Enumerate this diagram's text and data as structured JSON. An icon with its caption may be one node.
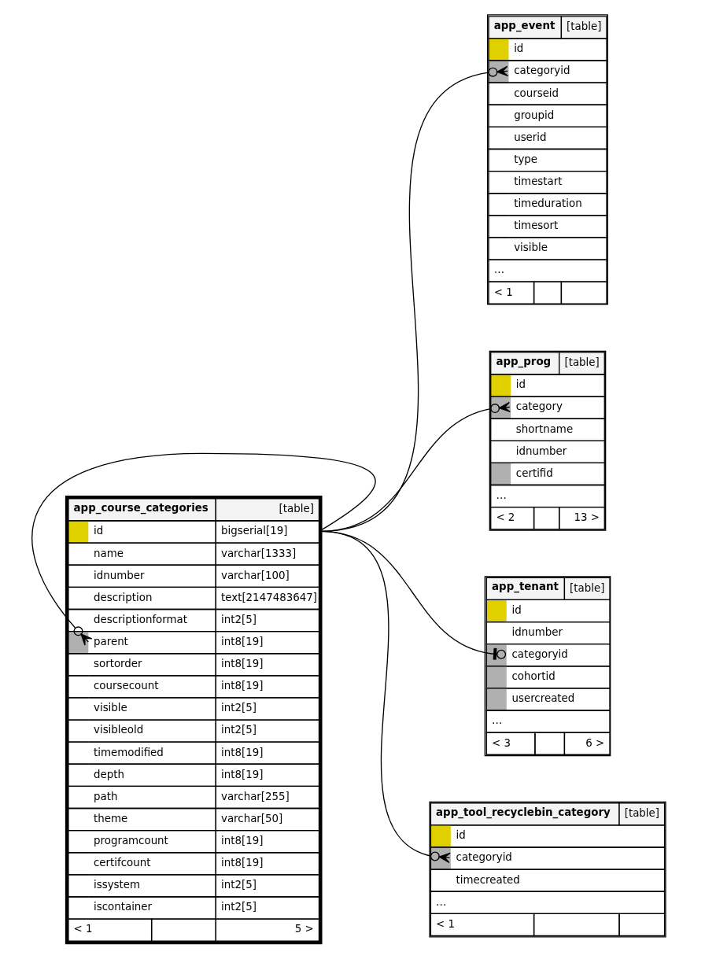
{
  "diagram": {
    "nodes": [
      {
        "text": [
          "app_event",
          "[table]",
          "id",
          "categoryid",
          "courseid",
          "groupid",
          "userid",
          "type",
          "timestart",
          "timeduration",
          "timesort",
          "visible",
          "…",
          "< 1"
        ]
      },
      {
        "text": [
          "app_prog",
          "[table]",
          "id",
          "category",
          "shortname",
          "idnumber",
          "certifid",
          "…",
          "< 2",
          "13 >"
        ]
      },
      {
        "text": [
          "app_course_categories",
          "[table]",
          "id",
          "bigserial[19]",
          "name",
          "varchar[1333]",
          "idnumber",
          "varchar[100]",
          "description",
          "text[2147483647]",
          "descriptionformat",
          "int2[5]",
          "parent",
          "int8[19]",
          "sortorder",
          "int8[19]",
          "coursecount",
          "int8[19]",
          "visible",
          "int2[5]",
          "visibleold",
          "int2[5]",
          "timemodified",
          "int8[19]",
          "depth",
          "int8[19]",
          "path",
          "varchar[255]",
          "theme",
          "varchar[50]",
          "programcount",
          "int8[19]",
          "certifcount",
          "int8[19]",
          "issystem",
          "int2[5]",
          "iscontainer",
          "int2[5]",
          "< 1",
          "5 >"
        ]
      },
      {
        "text": [
          "app_tenant",
          "[table]",
          "id",
          "idnumber",
          "categoryid",
          "cohortid",
          "usercreated",
          "…",
          "< 3",
          "6 >"
        ]
      },
      {
        "text": [
          "app_tool_recyclebin_category",
          "[table]",
          "id",
          "categoryid",
          "timecreated",
          "…",
          "< 1"
        ]
      }
    ],
    "edges": [
      {
        "from": 0,
        "to": 2,
        "arrow": "other"
      },
      {
        "from": 1,
        "to": 2,
        "arrow": "other"
      },
      {
        "from": 2,
        "to": 2,
        "arrow": "other"
      },
      {
        "from": 3,
        "to": 2,
        "arrow": "other"
      },
      {
        "from": 4,
        "to": 2,
        "arrow": "other"
      }
    ]
  }
}
